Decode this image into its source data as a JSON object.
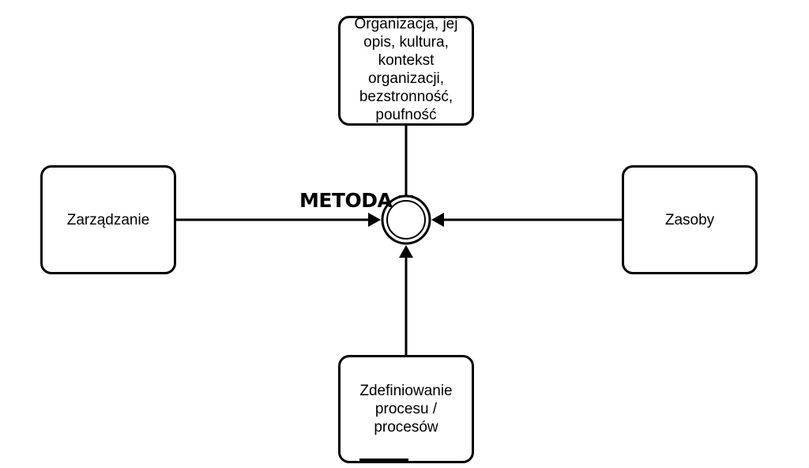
{
  "diagram": {
    "center_label": "METODA",
    "nodes": {
      "top": "Organizacja, jej\nopis, kultura,\nkontekst\norganizacji,\nbezstronność,\npoufność",
      "left": "Zarządzanie",
      "right": "Zasoby",
      "bottom": "Zdefiniowanie\nprocesu /\nprocesów"
    },
    "edges": [
      {
        "from": "top",
        "to": "center"
      },
      {
        "from": "left",
        "to": "center"
      },
      {
        "from": "right",
        "to": "center"
      },
      {
        "from": "bottom",
        "to": "center"
      }
    ],
    "colors": {
      "stroke": "#000000",
      "background": "#ffffff"
    }
  }
}
